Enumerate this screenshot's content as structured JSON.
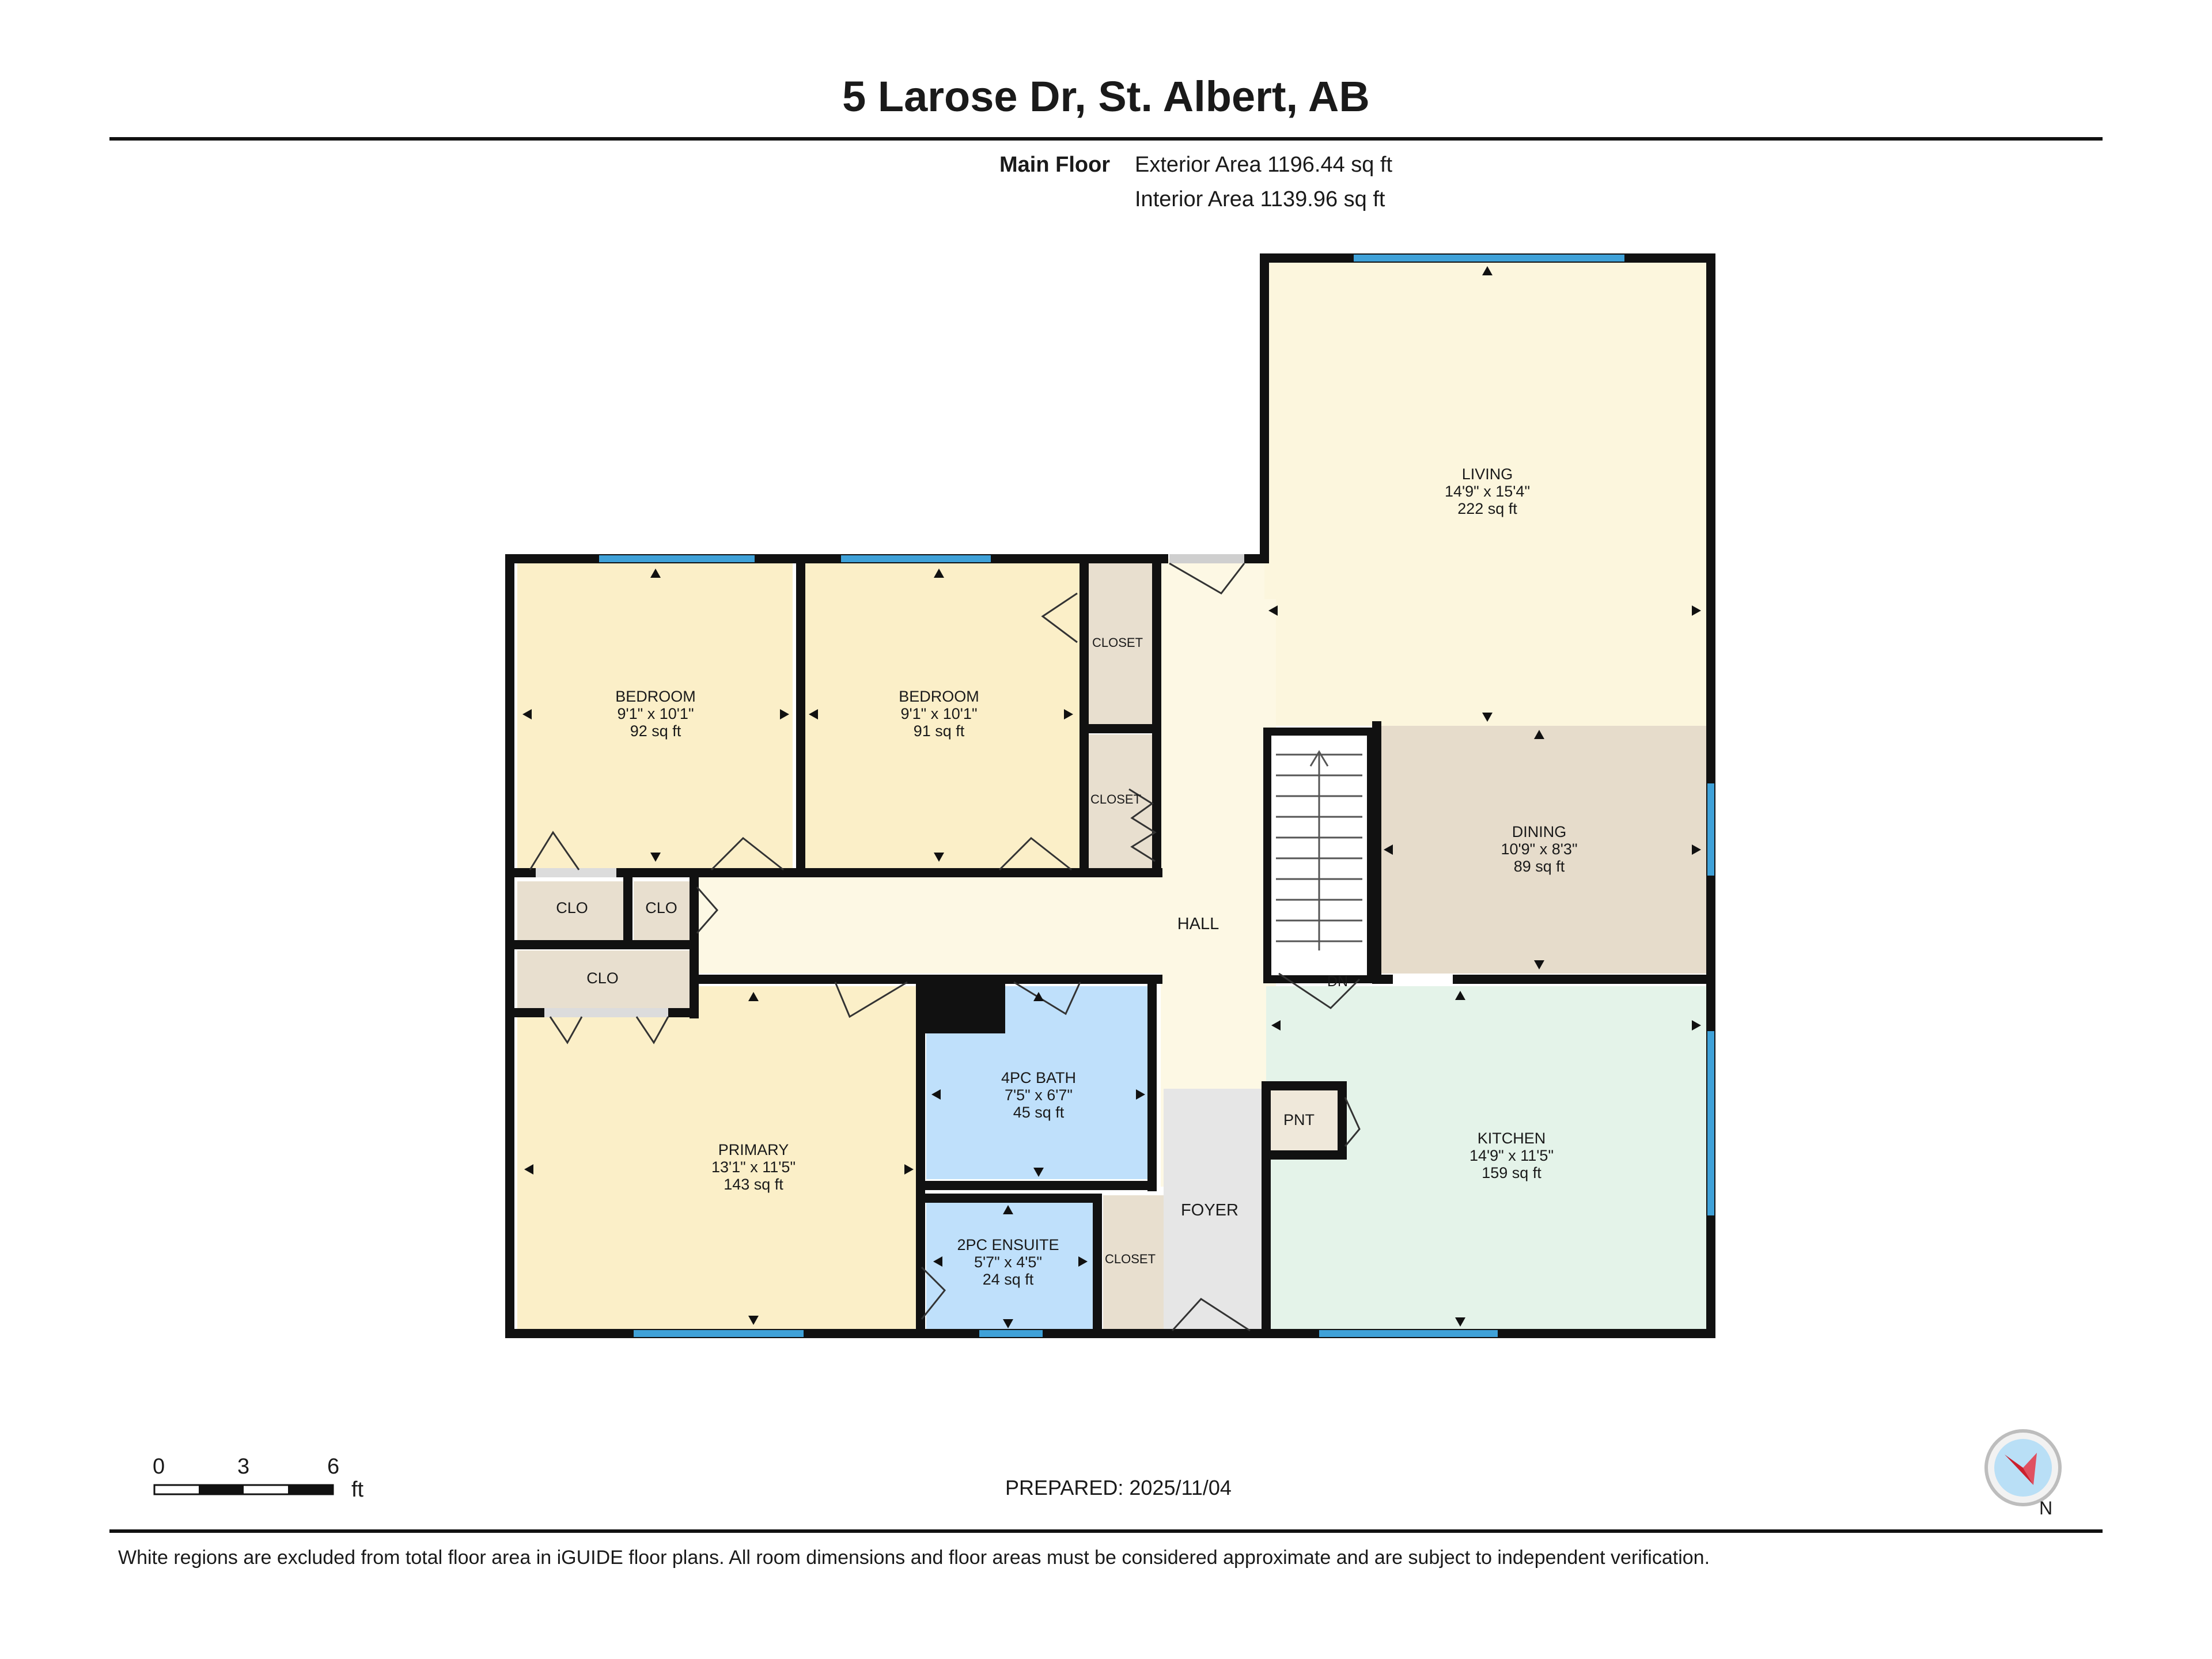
{
  "header": {
    "title": "5 Larose Dr, St. Albert, AB",
    "floor_name": "Main Floor",
    "exterior_area": "Exterior Area 1196.44 sq ft",
    "interior_area": "Interior Area 1139.96 sq ft"
  },
  "rooms": {
    "living": {
      "name": "LIVING",
      "dims": "14'9\" x 15'4\"",
      "area": "222 sq ft",
      "color": "#fcf6dd"
    },
    "bedroom1": {
      "name": "BEDROOM",
      "dims": "9'1\" x 10'1\"",
      "area": "92 sq ft",
      "color": "#fbefc8"
    },
    "bedroom2": {
      "name": "BEDROOM",
      "dims": "9'1\" x 10'1\"",
      "area": "91 sq ft",
      "color": "#fbefc8"
    },
    "dining": {
      "name": "DINING",
      "dims": "10'9\" x 8'3\"",
      "area": "89 sq ft",
      "color": "#e6dccb"
    },
    "hall": {
      "name": "HALL",
      "color": "#fdf8e4"
    },
    "primary": {
      "name": "PRIMARY",
      "dims": "13'1\" x 11'5\"",
      "area": "143 sq ft",
      "color": "#fbefc8"
    },
    "bath4pc": {
      "name": "4PC BATH",
      "dims": "7'5\" x 6'7\"",
      "area": "45 sq ft",
      "color": "#bfe0fb"
    },
    "ensuite": {
      "name": "2PC ENSUITE",
      "dims": "5'7\" x 4'5\"",
      "area": "24 sq ft",
      "color": "#bfe0fb"
    },
    "kitchen": {
      "name": "KITCHEN",
      "dims": "14'9\" x 11'5\"",
      "area": "159 sq ft",
      "color": "#e4f3e9"
    },
    "foyer": {
      "name": "FOYER",
      "color": "#e6e6e6"
    },
    "closet_b2_top": {
      "name": "CLOSET"
    },
    "closet_b2_bottom": {
      "name": "CLOSET"
    },
    "closet_foyer": {
      "name": "CLOSET"
    },
    "clo_1": {
      "name": "CLO"
    },
    "clo_2": {
      "name": "CLO"
    },
    "clo_3": {
      "name": "CLO"
    },
    "pantry": {
      "name": "PNT"
    },
    "stairs": {
      "name": "DN"
    }
  },
  "colors": {
    "wall": "#111111",
    "window": "#3fa1d8",
    "closet": "#e8dfcf",
    "pantry": "#efe8da"
  },
  "scale": {
    "ticks": [
      "0",
      "3",
      "6"
    ],
    "unit": "ft"
  },
  "footer": {
    "prepared": "PREPARED: 2025/11/04",
    "disclaimer": "White regions are excluded from total floor area in iGUIDE floor plans. All room dimensions and floor areas must be considered approximate and are subject to independent verification.",
    "compass_label": "N"
  }
}
